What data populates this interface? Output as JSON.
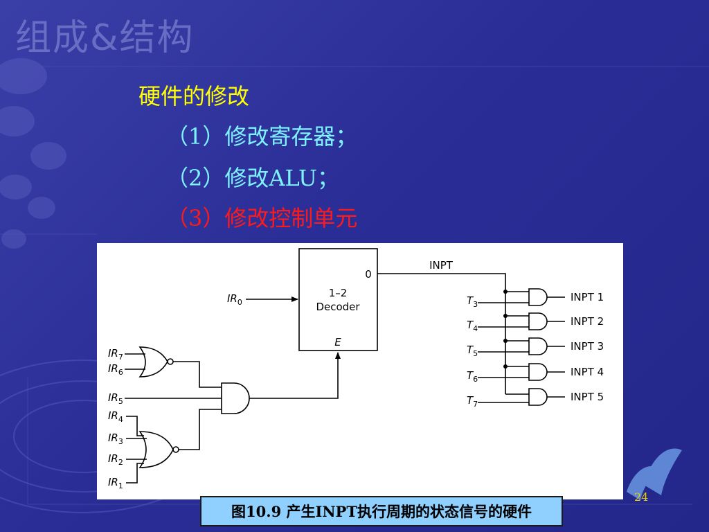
{
  "header": {
    "title": "组成&结构"
  },
  "content": {
    "lines": [
      "硬件的修改",
      "（1）修改寄存器；",
      "（2）修改ALU；",
      "（3）修改控制单元"
    ]
  },
  "diagram": {
    "decoder_line1": "1–2",
    "decoder_line2": "Decoder",
    "decoder_out0": "0",
    "decoder_enable": "E",
    "bus_label": "INPT",
    "ir_inputs": [
      {
        "base": "IR",
        "sub": "0"
      },
      {
        "base": "IR",
        "sub": "7"
      },
      {
        "base": "IR",
        "sub": "6"
      },
      {
        "base": "IR",
        "sub": "5"
      },
      {
        "base": "IR",
        "sub": "4"
      },
      {
        "base": "IR",
        "sub": "3"
      },
      {
        "base": "IR",
        "sub": "2"
      },
      {
        "base": "IR",
        "sub": "1"
      }
    ],
    "t_inputs": [
      {
        "base": "T",
        "sub": "3"
      },
      {
        "base": "T",
        "sub": "4"
      },
      {
        "base": "T",
        "sub": "5"
      },
      {
        "base": "T",
        "sub": "6"
      },
      {
        "base": "T",
        "sub": "7"
      }
    ],
    "outputs": [
      "INPT 1",
      "INPT 2",
      "INPT 3",
      "INPT 4",
      "INPT 5"
    ]
  },
  "caption": "图10.9  产生INPT执行周期的状态信号的硬件",
  "page_number": "24",
  "colors": {
    "background": "#2a2d96",
    "heading": "#ffff00",
    "item": "#7ff2ff",
    "highlight": "#ff1a1a",
    "caption_bg": "#8fd0ff",
    "page_number": "#e8d000"
  }
}
